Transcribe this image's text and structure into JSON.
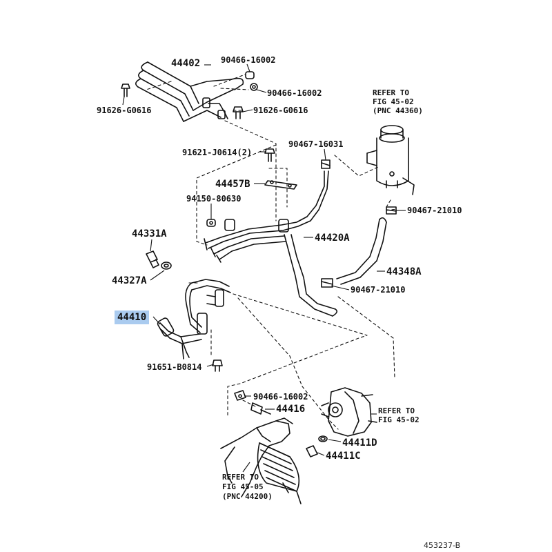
{
  "diagram": {
    "highlight_color": "#aacbef",
    "line_color": "#111111",
    "parts": {
      "p44402": "44402",
      "p90466_a": "90466-16002",
      "p90466_b": "90466-16002",
      "p91626_left": "91626-G0616",
      "p91626_right": "91626-G0616",
      "p91621": "91621-J0614(2)",
      "p90467_16031": "90467-16031",
      "p44457b": "44457B",
      "p94150": "94150-80630",
      "p90467_21010_top": "90467-21010",
      "p44331a": "44331A",
      "p44420a": "44420A",
      "p44348a": "44348A",
      "p44327a": "44327A",
      "p90467_21010_mid": "90467-21010",
      "p44410": "44410",
      "p91651": "91651-B0814",
      "p90466_c": "90466-16002",
      "p44416": "44416",
      "p44411d": "44411D",
      "p44411c": "44411C"
    },
    "refs": {
      "top": [
        "REFER TO",
        "FIG 45-02",
        "(PNC 44360)"
      ],
      "pump": [
        "REFER TO",
        "FIG 45-02"
      ],
      "gear": [
        "REFER TO",
        "FIG 45-05",
        "(PNC 44200)"
      ]
    },
    "figure_code": "453237-B"
  }
}
